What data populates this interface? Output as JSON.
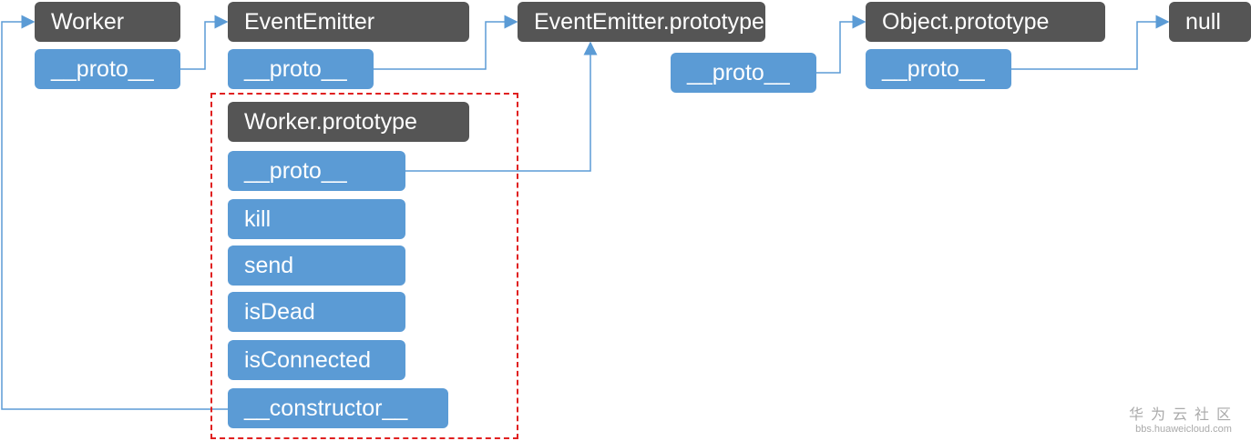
{
  "nodes": {
    "worker": "Worker",
    "worker_proto": "__proto__",
    "event_emitter": "EventEmitter",
    "event_emitter_proto": "__proto__",
    "event_emitter_prototype": "EventEmitter.prototype",
    "event_emitter_prototype_proto": "__proto__",
    "object_prototype": "Object.prototype",
    "object_prototype_proto": "__proto__",
    "null": "null",
    "worker_prototype": "Worker.prototype",
    "worker_prototype_members": [
      "__proto__",
      "kill",
      "send",
      "isDead",
      "isConnected",
      "__constructor__"
    ]
  },
  "colors": {
    "object_box": "#555555",
    "property_box": "#5b9bd5",
    "arrow": "#5b9bd5",
    "group_border": "#e02020"
  },
  "watermark": {
    "logo_text": "华为云社区",
    "url": "bbs.huaweicloud.com"
  }
}
